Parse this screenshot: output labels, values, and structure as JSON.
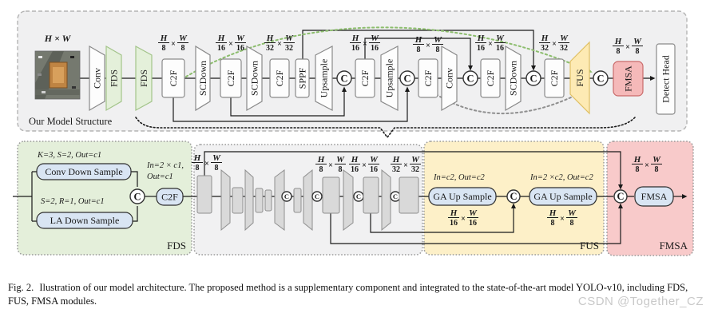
{
  "symbols": {
    "times": "×"
  },
  "colors": {
    "fds_green_box": "#e4efda",
    "neck_gray_box": "#f1f1f2",
    "fus_yellow_box": "#fdf0c8",
    "fmsa_pink_box": "#f8caca",
    "inner_block_blue": "#d9e5f3",
    "fmsa_block_pink": "#f5b9b9",
    "skip_green_dotted": "#8cbd6d",
    "skip_gray_dotted": "#8f8f8f"
  },
  "figure": {
    "caption_label": "Fig. 2.",
    "caption_text": "Ilustration of our model architecture. The proposed method is a supplementary component and integrated to the state-of-the-art model YOLO-v10, including FDS, FUS, FMSA modules.",
    "watermark": "CSDN @Together_CZ"
  },
  "top": {
    "panel_label": "Our Model Structure",
    "input_dim": "H × W",
    "blocks": [
      {
        "label": "Conv"
      },
      {
        "label": "FDS"
      },
      {
        "label": "FDS"
      },
      {
        "label": "C2F"
      },
      {
        "label": "SCDown"
      },
      {
        "label": "C2F"
      },
      {
        "label": "SCDown"
      },
      {
        "label": "C2F"
      },
      {
        "label": "SPPF"
      },
      {
        "label": "Upsample"
      },
      {
        "label": "C"
      },
      {
        "label": "C2F"
      },
      {
        "label": "Upsample"
      },
      {
        "label": "C"
      },
      {
        "label": "C2F"
      },
      {
        "label": "Conv"
      },
      {
        "label": "C"
      },
      {
        "label": "C2F"
      },
      {
        "label": "SCDown"
      },
      {
        "label": "C"
      },
      {
        "label": "C2F"
      },
      {
        "label": "FUS"
      },
      {
        "label": "C"
      },
      {
        "label": "FMSA"
      },
      {
        "label": "Detect Head"
      }
    ],
    "dims": [
      {
        "n1": "H",
        "d1": "8",
        "n2": "W",
        "d2": "8"
      },
      {
        "n1": "H",
        "d1": "16",
        "n2": "W",
        "d2": "16"
      },
      {
        "n1": "H",
        "d1": "32",
        "n2": "W",
        "d2": "32"
      },
      {
        "n1": "H",
        "d1": "16",
        "n2": "W",
        "d2": "16"
      },
      {
        "n1": "H",
        "d1": "8",
        "n2": "W",
        "d2": "8"
      },
      {
        "n1": "H",
        "d1": "16",
        "n2": "W",
        "d2": "16"
      },
      {
        "n1": "H",
        "d1": "32",
        "n2": "W",
        "d2": "32"
      },
      {
        "n1": "H",
        "d1": "8",
        "n2": "W",
        "d2": "8"
      }
    ]
  },
  "bottom": {
    "fds": {
      "title": "FDS",
      "param_conv": "K=3, S=2, Out=c1",
      "conv_block": "Conv Down Sample",
      "param_la": "S=2, R=1, Out=c1",
      "la_block": "LA Down Sample",
      "io_line1": "In=2 × c1,",
      "io_line2": "Out=c1",
      "c2f_block": "C2F",
      "concat": "C"
    },
    "neck": {
      "concat": "C",
      "dims": [
        {
          "n1": "H",
          "d1": "8",
          "n2": "W",
          "d2": "8"
        },
        {
          "n1": "H",
          "d1": "8",
          "n2": "W",
          "d2": "8"
        },
        {
          "n1": "H",
          "d1": "16",
          "n2": "W",
          "d2": "16"
        },
        {
          "n1": "H",
          "d1": "32",
          "n2": "W",
          "d2": "32"
        }
      ]
    },
    "fus": {
      "title": "FUS",
      "io1": "In=c2, Out=c2",
      "ga1": "GA Up Sample",
      "concat": "C",
      "io2": "In=2 ×c2, Out=c2",
      "ga2": "GA Up Sample",
      "dims": [
        {
          "n1": "H",
          "d1": "16",
          "n2": "W",
          "d2": "16"
        },
        {
          "n1": "H",
          "d1": "8",
          "n2": "W",
          "d2": "8"
        }
      ]
    },
    "fmsa": {
      "title": "FMSA",
      "block": "FMSA",
      "concat": "C",
      "dim": {
        "n1": "H",
        "d1": "8",
        "n2": "W",
        "d2": "8"
      }
    }
  }
}
